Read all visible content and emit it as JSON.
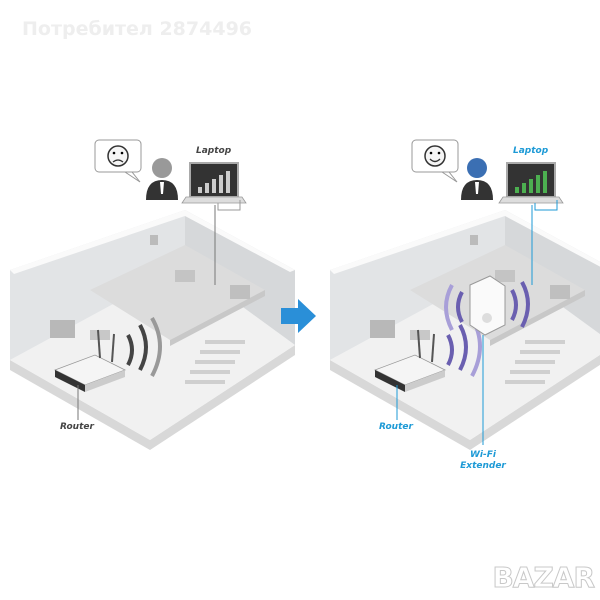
{
  "watermark": "Потребител 2874496",
  "logo": "BAZAR",
  "before": {
    "laptop_label": "Laptop",
    "router_label": "Router",
    "mood": "sad"
  },
  "after": {
    "laptop_label": "Laptop",
    "router_label": "Router",
    "extender_label_1": "Wi-Fi",
    "extender_label_2": "Extender",
    "mood": "happy"
  },
  "colors": {
    "accent": "#1d9ad6",
    "arrow": "#2a8fd8",
    "label_gray": "#444444",
    "signal_green": "#4caf50"
  }
}
